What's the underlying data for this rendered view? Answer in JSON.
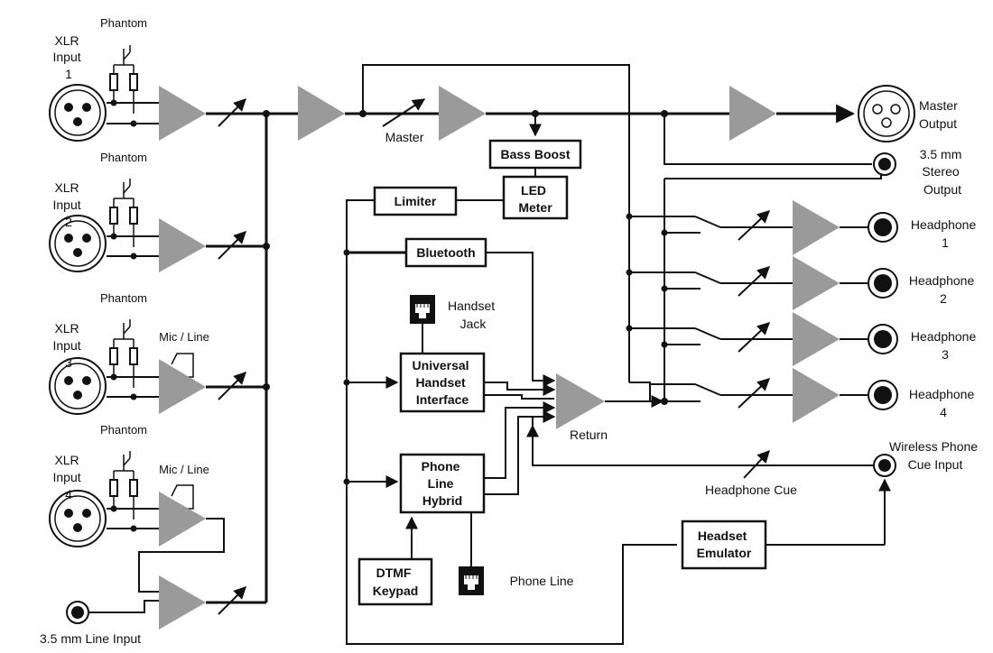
{
  "inputs": [
    {
      "label_lines": [
        "XLR",
        "Input",
        "1"
      ],
      "phantom": "Phantom",
      "mic_line": ""
    },
    {
      "label_lines": [
        "XLR",
        "Input",
        "2"
      ],
      "phantom": "Phantom",
      "mic_line": ""
    },
    {
      "label_lines": [
        "XLR",
        "Input",
        "3"
      ],
      "phantom": "Phantom",
      "mic_line": "Mic / Line"
    },
    {
      "label_lines": [
        "XLR",
        "Input",
        "4"
      ],
      "phantom": "Phantom",
      "mic_line": "Mic / Line"
    }
  ],
  "line_input": "3.5 mm Line Input",
  "master_label": "Master",
  "master_output_lines": [
    "Master",
    "Output"
  ],
  "stereo_output_lines": [
    "3.5 mm",
    "Stereo",
    "Output"
  ],
  "headphones": [
    {
      "lines": [
        "Headphone",
        "1"
      ]
    },
    {
      "lines": [
        "Headphone",
        "2"
      ]
    },
    {
      "lines": [
        "Headphone",
        "3"
      ]
    },
    {
      "lines": [
        "Headphone",
        "4"
      ]
    }
  ],
  "blocks": {
    "bass_boost": "Bass Boost",
    "led_meter_lines": [
      "LED",
      "Meter"
    ],
    "limiter": "Limiter",
    "bluetooth": "Bluetooth",
    "uhi_lines": [
      "Universal",
      "Handset",
      "Interface"
    ],
    "hybrid_lines": [
      "Phone",
      "Line",
      "Hybrid"
    ],
    "dtmf_lines": [
      "DTMF",
      "Keypad"
    ],
    "headset_emulator_lines": [
      "Headset",
      "Emulator"
    ]
  },
  "handset_jack_lines": [
    "Handset",
    "Jack"
  ],
  "phone_line": "Phone Line",
  "return_label": "Return",
  "headphone_cue": "Headphone Cue",
  "wireless_cue_lines": [
    "Wireless Phone",
    "Cue Input"
  ],
  "colors": {
    "amp": "#9a9a9a",
    "line": "#111111",
    "background": "#ffffff"
  },
  "icons": [
    "xlr-female-jack",
    "xlr-male-jack",
    "3.5mm-jack",
    "rj11-jack",
    "amplifier",
    "potentiometer-arrow"
  ]
}
